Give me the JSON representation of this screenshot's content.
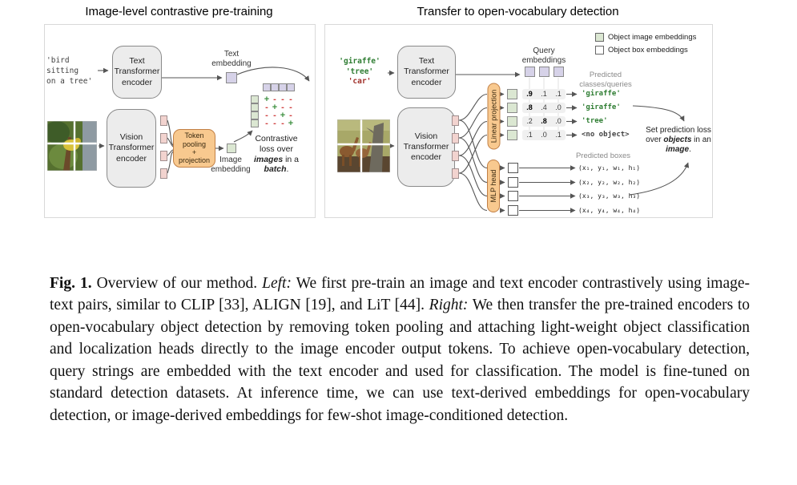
{
  "colors": {
    "orange": "#f8c98f",
    "purple": "#d6d2e8",
    "green_embed": "#dbe7d2",
    "pink": "#f2d3cf",
    "plus": "#3f9142",
    "minus": "#d04040",
    "query_green": "#2e7d32",
    "query_red": "#a0302a",
    "gray_label": "#8a8a8a"
  },
  "left_panel": {
    "title": "Image-level contrastive pre-training",
    "input_text": "'bird\nsitting\non a tree'",
    "text_encoder_label": "Text\nTransformer\nencoder",
    "text_embedding_label": "Text\nembedding",
    "vision_encoder_label": "Vision\nTransformer\nencoder",
    "token_pooling_label": "Token\npooling\n+\nprojection",
    "image_embedding_label": "Image\nembedding",
    "bird_image_alt": "bird-image",
    "matrix": [
      [
        "+",
        "-",
        "-",
        "-"
      ],
      [
        "-",
        "+",
        "-",
        "-"
      ],
      [
        "-",
        "-",
        "+",
        "-"
      ],
      [
        "-",
        "-",
        "-",
        "+"
      ]
    ],
    "contrastive_text": [
      {
        "t": "Contrastive loss over "
      },
      {
        "t": "images",
        "em": true
      },
      {
        "t": " in a "
      },
      {
        "t": "batch",
        "em": true
      },
      {
        "t": "."
      }
    ]
  },
  "right_panel": {
    "title": "Transfer to open-vocabulary detection",
    "queries": [
      {
        "text": "'giraffe'",
        "color": "#2e7d32"
      },
      {
        "text": "'tree'",
        "color": "#2e7d32"
      },
      {
        "text": "'car'",
        "color": "#a0302a"
      }
    ],
    "text_encoder_label": "Text\nTransformer\nencoder",
    "vision_encoder_label": "Vision\nTransformer\nencoder",
    "query_embeddings_label": "Query\nembeddings",
    "linear_projection_label": "Linear projection",
    "mlp_head_label": "MLP head",
    "giraffe_image_alt": "giraffe-image",
    "legend": [
      {
        "swatch": "green",
        "label": "Object image embeddings"
      },
      {
        "swatch": "white",
        "label": "Object box embeddings"
      }
    ],
    "predicted_classes_label": "Predicted\nclasses/queries",
    "class_rows": [
      {
        "values": [
          ".9",
          ".1",
          ".1"
        ],
        "bold": [
          true,
          false,
          false
        ],
        "label": "'giraffe'",
        "color": "#2e7d32"
      },
      {
        "values": [
          ".8",
          ".4",
          ".0"
        ],
        "bold": [
          true,
          false,
          false
        ],
        "label": "'giraffe'",
        "color": "#2e7d32"
      },
      {
        "values": [
          ".2",
          ".8",
          ".0"
        ],
        "bold": [
          false,
          true,
          false
        ],
        "label": "'tree'",
        "color": "#2e7d32"
      },
      {
        "values": [
          ".1",
          ".0",
          ".1"
        ],
        "bold": [
          false,
          false,
          false
        ],
        "label": "<no object>",
        "color": "#444444"
      }
    ],
    "predicted_boxes_label": "Predicted boxes",
    "box_rows": [
      {
        "label": "(x₁, y₁, w₁, h₁)"
      },
      {
        "label": "(x₂, y₂, w₂, h₂)"
      },
      {
        "label": "(x₃, y₃, w₃, h₃)"
      },
      {
        "label": "(x₄, y₄, w₄, h₄)"
      }
    ],
    "set_prediction_text": [
      {
        "t": "Set prediction loss over "
      },
      {
        "t": "objects",
        "em": true
      },
      {
        "t": " in an "
      },
      {
        "t": "image",
        "em": true
      },
      {
        "t": "."
      }
    ]
  },
  "caption": {
    "segments": [
      {
        "t": "Fig. 1.",
        "b": true
      },
      {
        "t": "  Overview of our method. "
      },
      {
        "t": "Left:",
        "i": true
      },
      {
        "t": " We first pre-train an image and text encoder contrastively using image-text pairs, similar to CLIP [33], ALIGN [19], and LiT [44]. "
      },
      {
        "t": "Right:",
        "i": true
      },
      {
        "t": " We then transfer the pre-trained encoders to open-vocabulary object detection by removing token pooling and attaching light-weight object classification and localization heads directly to the image encoder output tokens. To achieve open-vocabulary detection, query strings are embedded with the text encoder and used for classification. The model is fine-tuned on standard detection datasets. At inference time, we can use text-derived embeddings for open-vocabulary detection, or image-derived embeddings for few-shot image-conditioned detection."
      }
    ]
  }
}
